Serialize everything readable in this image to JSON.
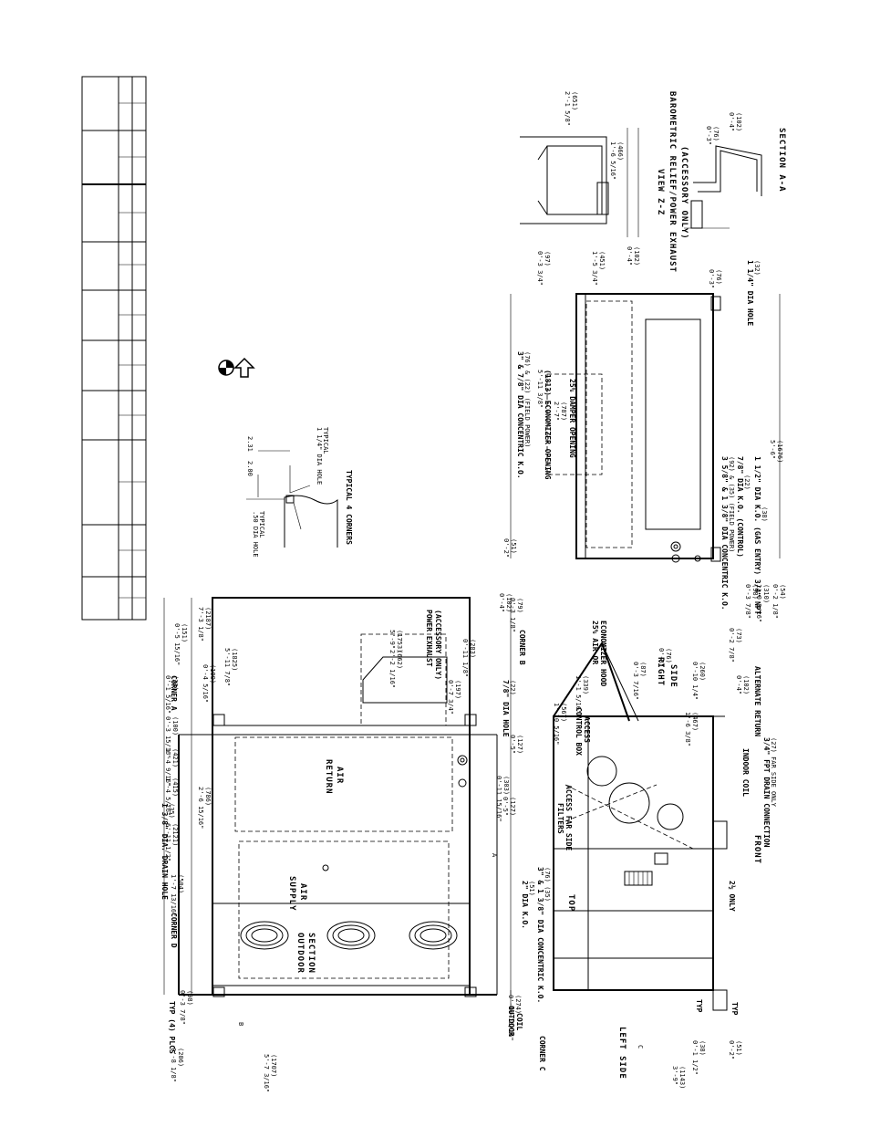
{
  "labels": {
    "power_exhaust": "POWER EXHAUST",
    "accessory_only": "(ACCESSORY ONLY)",
    "typical_4_corners": "TYPICAL 4 CORNERS",
    "hole_50": ".50 DIA HOLE",
    "hole_typical": "TYPICAL",
    "hole_114": "1 1/4\" DIA HOLE",
    "hole_114_typical": "TYPICAL",
    "dim_200": "2.00",
    "dim_231": "2.31",
    "corner_a": "CORNER A",
    "corner_b": "CORNER B",
    "corner_c": "CORNER C",
    "corner_d": "CORNER D",
    "drain_hole": "1 3/8\" DIA. DRAIN HOLE",
    "drain_hole_mm": "(35)",
    "return_air": "RETURN\nAIR",
    "supply_air": "SUPPLY\nAIR",
    "outdoor_section": "OUTDOOR\nSECTION",
    "outdoor_coil": "OUTDOOR\nCOIL",
    "typ_plcs": "TYP (4) PLCS",
    "ko_2": "2\" DIA K.O.",
    "ko_2_mm": "(51)",
    "ko_concentric": "3\" & 1 3/8\" DIA CONCENTRIC K.O.",
    "ko_concentric_mm": "(76)            (35)",
    "ko_78": "7/8\" DIA HOLE",
    "ko_78_mm": "(22)",
    "top": "TOP",
    "left_side": "LEFT SIDE",
    "right_side": "RIGHT\nSIDE",
    "front": "FRONT",
    "filters": "FILTERS\nACCESS FAR SIDE",
    "control_box": "CONTROL BOX\nACCESS",
    "air_hood": "25% AIR OR\nECONOMIZER HOOD",
    "indoor_coil": "INDOOR COIL",
    "drain_conn": "3/4\" FPT DRAIN CONNECTION",
    "drain_conn_sub": "(27) FAR SIDE ONLY",
    "alt_return": "ALTERNATE RETURN",
    "only_2": "2½ ONLY",
    "typ": "TYP",
    "a": "A",
    "b": "B",
    "c": "C",
    "ko_3_78": "3\" & 7/8\" DIA CONCENTRIC K.O.",
    "ko_3_78_sub": "(76) & (22) (FIELD POWER)",
    "econ_opening": "5'-11 3/8\"",
    "econ_opening_sub": "(1813) ECONOMIZER OPENING",
    "damper_dim": "2'-7\"",
    "damper_dim_mm": "(787)",
    "damper_opening": "25% DAMPER OPENING",
    "ko_3_58": "3 5/8\" & 1 3/8\" DIA CONCENTRIC K.O.",
    "ko_3_58_sub": "(92) & (35) (FIELD POWER)",
    "ko_78b": "7/8\" DIA K.O. (CONTROL)",
    "ko_78b_mm": "(22)",
    "ko_112": "1 1/2\" DIA K.O. (GAS ENTRY) 3/4\" NPT",
    "ko_112_mm": "(38)",
    "view_zz": "VIEW Z-Z",
    "baro": "BAROMETRIC RELIEF/POWER EXHAUST",
    "baro_sub": "(ACCESSORY ONLY)",
    "section_aa": "SECTION A-A",
    "hole_114_side": "1 1/4\" DIA HOLE",
    "hole_114_side_mm": "(32)"
  },
  "dimensions": [
    {
      "t": "0'-8 1/8\"",
      "m": "(206)"
    },
    {
      "t": "0'-3 7/8\"",
      "m": "(98)"
    },
    {
      "t": "5'-7 3/16\"",
      "m": "(1707)"
    },
    {
      "t": "0'-10 13/16\"",
      "m": "(274)"
    },
    {
      "t": "1'-7 13/16\"",
      "m": "(504)"
    },
    {
      "t": "6'-11 1/2\"",
      "m": "(2121)"
    },
    {
      "t": "1'-4 5/16\"",
      "m": "(415)"
    },
    {
      "t": "2'-6 15/16\"",
      "m": "(786)"
    },
    {
      "t": "1'-4 9/16\"",
      "m": "(421)"
    },
    {
      "t": "0'-3 15/16\"",
      "m": "(100)"
    },
    {
      "t": "0'-1 5/16\"",
      "m": "(33)"
    },
    {
      "t": "0'-4 5/16\"",
      "m": "(109)"
    },
    {
      "t": "0'-5 15/16\"",
      "m": "(151)"
    },
    {
      "t": "5'-11 7/8\"",
      "m": "(1825)"
    },
    {
      "t": "2'-2 1/16\"",
      "m": "(662)"
    },
    {
      "t": "5'-9\"",
      "m": "(1753)"
    },
    {
      "t": "7'-3 1/8\"",
      "m": "(2187)"
    },
    {
      "t": "0'-11 1/8\"",
      "m": "(283)"
    },
    {
      "t": "0'-7 3/4\"",
      "m": "(197)"
    },
    {
      "t": "0'-5\"",
      "m": "(127)"
    },
    {
      "t": "0'-11 15/16\"",
      "m": "(303)"
    },
    {
      "t": "0'-5\"",
      "m": "(127)"
    },
    {
      "t": "0'-4\"",
      "m": "(102)"
    },
    {
      "t": "0'-3 1/8\"",
      "m": "(79)"
    },
    {
      "t": "0'-2\"",
      "m": "(51)"
    },
    {
      "t": "1'-1 5/16\"",
      "m": "(339)"
    },
    {
      "t": "1'-10 5/16\"",
      "m": "(567)"
    },
    {
      "t": "0'-3 7/16\"",
      "m": "(87)"
    },
    {
      "t": "0'-3\"",
      "m": "(76)"
    },
    {
      "t": "0'-10 1/4\"",
      "m": "(260)"
    },
    {
      "t": "1'-6 3/8\"",
      "m": "(467)"
    },
    {
      "t": "0'-4\"",
      "m": "(102)"
    },
    {
      "t": "0'-2 7/8\"",
      "m": "(73)"
    },
    {
      "t": "0'-3 7/8\"",
      "m": "(98)"
    },
    {
      "t": "1'-0 3/16\"",
      "m": "(310)"
    },
    {
      "t": "0'-2 1/8\"",
      "m": "(54)"
    },
    {
      "t": "3'-9\"",
      "m": "(1143)"
    },
    {
      "t": "0'-1 1/2\"",
      "m": "(38)"
    },
    {
      "t": "0'-2\"",
      "m": "(51)"
    },
    {
      "t": "5'-6\"",
      "m": "(1676)"
    },
    {
      "t": "0'-3 3/4\"",
      "m": "(97)"
    },
    {
      "t": "1'-5 3/4\"",
      "m": "(451)"
    },
    {
      "t": "0'-4\"",
      "m": "(102)"
    },
    {
      "t": "1'-6 5/16\"",
      "m": "(466)"
    },
    {
      "t": "2'-1 5/8\"",
      "m": "(651)"
    },
    {
      "t": "0'-3\"",
      "m": "(76)"
    },
    {
      "t": "0'-3\"",
      "m": "(76)"
    },
    {
      "t": "0'-4\"",
      "m": "(102)"
    }
  ]
}
